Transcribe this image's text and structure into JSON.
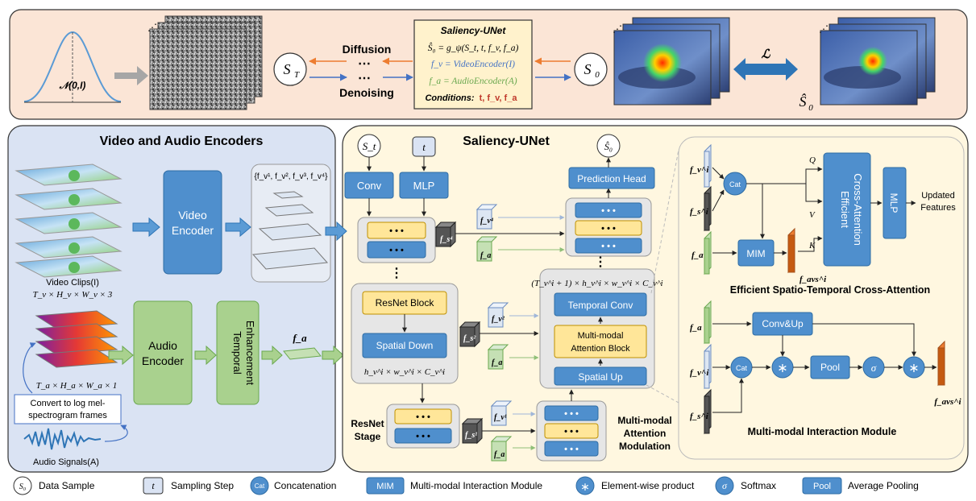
{
  "top": {
    "normal_dist": "𝒩(0,I)",
    "diffusion": "Diffusion",
    "denoising": "Denoising",
    "dots": "⋯",
    "s_t": "S",
    "s_t_sub": "T",
    "s_0": "S",
    "s_0_sub": "0",
    "loss": "ℒ",
    "s0_hat": "Ŝ",
    "s0_hat_sub": "0",
    "unet_box": {
      "title": "Saliency-UNet",
      "line1": "Ŝ₀ = g_ψ(S_t, t, f_v, f_a)",
      "line2": "f_v = VideoEncoder(I)",
      "line3": "f_a = AudioEncoder(A)",
      "line4_label": "Conditions:",
      "line4_vals": "t, f_v, f_a"
    }
  },
  "encoders": {
    "title": "Video and Audio Encoders",
    "video_clips": "Video Clips(I)",
    "video_dims": "T_v × H_v × W_v × 3",
    "video_encoder": [
      "Video",
      "Encoder"
    ],
    "feature_set": "{f_v¹, f_v², f_v³, f_v⁴}",
    "audio_encoder": [
      "Audio",
      "Encoder"
    ],
    "temporal_enh": [
      "Temporal",
      "Enhancement"
    ],
    "f_a": "f_a",
    "audio_dims": "T_a × H_a × W_a × 1",
    "convert": [
      "Convert to log mel-",
      "spectrogram frames"
    ],
    "audio_signals": "Audio Signals(A)"
  },
  "unet": {
    "title": "Saliency-UNet",
    "st": "S_t",
    "t": "t",
    "s0hat": "Ŝ₀",
    "conv": "Conv",
    "mlp": "MLP",
    "prediction_head": "Prediction Head",
    "dots": "• • •",
    "resnet_block": "ResNet Block",
    "spatial_down": "Spatial Down",
    "resnet_dims": "h_v^i × w_v^i × C_v^i",
    "resnet_stage": [
      "ResNet",
      "Stage"
    ],
    "dec_dims": "(T_v^i + 1) × h_v^i × w_v^i × C_v^i",
    "temporal_conv": "Temporal Conv",
    "mm_attention": [
      "Multi-modal",
      "Attention Block"
    ],
    "spatial_up": "Spatial Up",
    "mam": [
      "Multi-modal",
      "Attention",
      "Modulation"
    ],
    "fs4": "f_s⁴",
    "fv4": "f_v⁴",
    "fa": "f_a",
    "fs2": "f_s²",
    "fv2": "f_v²",
    "fs1": "f_s¹",
    "fv1": "f_v¹"
  },
  "esta": {
    "fvi": "f_v^i",
    "fsi": "f_s^i",
    "fa": "f_a",
    "cat": "Cat",
    "mim": "MIM",
    "favs": "f_avs^i",
    "q": "Q",
    "v": "V",
    "k": "K",
    "eca": [
      "Efficient",
      "Cross-Attention"
    ],
    "mlp": "MLP",
    "updated": [
      "Updated",
      "Features"
    ],
    "title": "Efficient  Spatio-Temporal Cross-Attention"
  },
  "mim": {
    "fa": "f_a",
    "fvi": "f_v^i",
    "fsi": "f_s^i",
    "conv_up": "Conv&Up",
    "cat": "Cat",
    "star": "∗",
    "pool": "Pool",
    "sigma": "σ",
    "favs": "f_avs^i",
    "title": "Multi-modal Interaction Module"
  },
  "legend": [
    {
      "sym": "S₀",
      "label": "Data Sample",
      "kind": "circle"
    },
    {
      "sym": "t",
      "label": "Sampling Step",
      "kind": "rect"
    },
    {
      "sym": "Cat",
      "label": "Concatenation",
      "kind": "circle-blue"
    },
    {
      "sym": "MIM",
      "label": "Multi-modal Interaction Module",
      "kind": "rect-blue"
    },
    {
      "sym": "∗",
      "label": "Element-wise product",
      "kind": "circle-blue"
    },
    {
      "sym": "σ",
      "label": "Softmax",
      "kind": "circle-blue"
    },
    {
      "sym": "Pool",
      "label": "Average Pooling",
      "kind": "rect-blue"
    }
  ],
  "colors": {
    "blue_box": "#4f8fcd",
    "green_box": "#a9d18e",
    "yellow_box": "#ffe699",
    "top_bg": "#fbe5d6",
    "enc_bg": "#dae3f3",
    "unet_bg": "#fff7e0",
    "orange_arrow": "#ed7d31",
    "blue_arrow": "#4472c4"
  }
}
